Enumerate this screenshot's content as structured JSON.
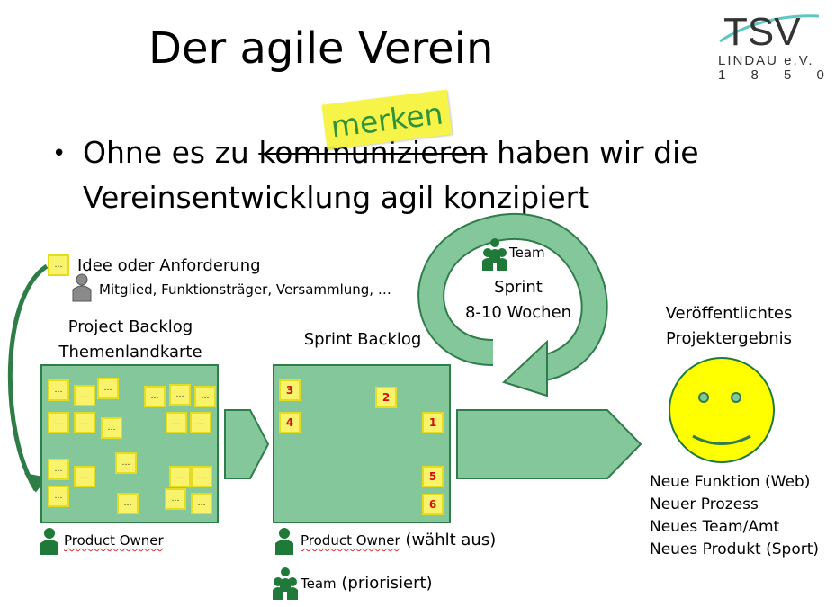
{
  "title": "Der agile Verein",
  "logo": {
    "name": "TSV",
    "line1": "LINDAU e.V.",
    "line2": "1 8 5 0"
  },
  "bullet": {
    "before": "Ohne es zu ",
    "struck": "kommunizieren",
    "after": " haben wir die",
    "line2": "Vereinsentwicklung agil konzipiert",
    "note": "merken"
  },
  "idea": {
    "label": "Idee oder Anforderung",
    "sources": "Mitglied, Funktionsträger, Versammlung, …"
  },
  "project_backlog": {
    "line1": "Project Backlog",
    "line2": "Themenlandkarte",
    "owner": "Product Owner",
    "item_text": "…"
  },
  "sprint_backlog": {
    "title": "Sprint Backlog",
    "owner": "Product Owner",
    "owner_suffix": " (wählt aus)",
    "team": "Team",
    "team_suffix": " (priorisiert)",
    "items": [
      "3",
      "2",
      "4",
      "1",
      "5",
      "6"
    ]
  },
  "sprint": {
    "team": "Team",
    "line1": "Sprint",
    "line2": "8-10 Wochen"
  },
  "result": {
    "line1": "Veröffentlichtes",
    "line2": "Projektergebnis",
    "items": [
      "Neue Funktion (Web)",
      "Neuer Prozess",
      "Neues Team/Amt",
      "Neues Produkt (Sport)"
    ]
  },
  "colors": {
    "box_fill": "#84c79b",
    "box_border": "#2f7d4a",
    "sticky": "#f8f36a",
    "arrow_green": "#5cb978",
    "person_green": "#1f7a3a",
    "smiley": "#ffff00"
  },
  "icons": [
    "person-icon",
    "team-icon",
    "sticky-note-icon",
    "smiley-icon",
    "cycle-arrow-icon"
  ]
}
